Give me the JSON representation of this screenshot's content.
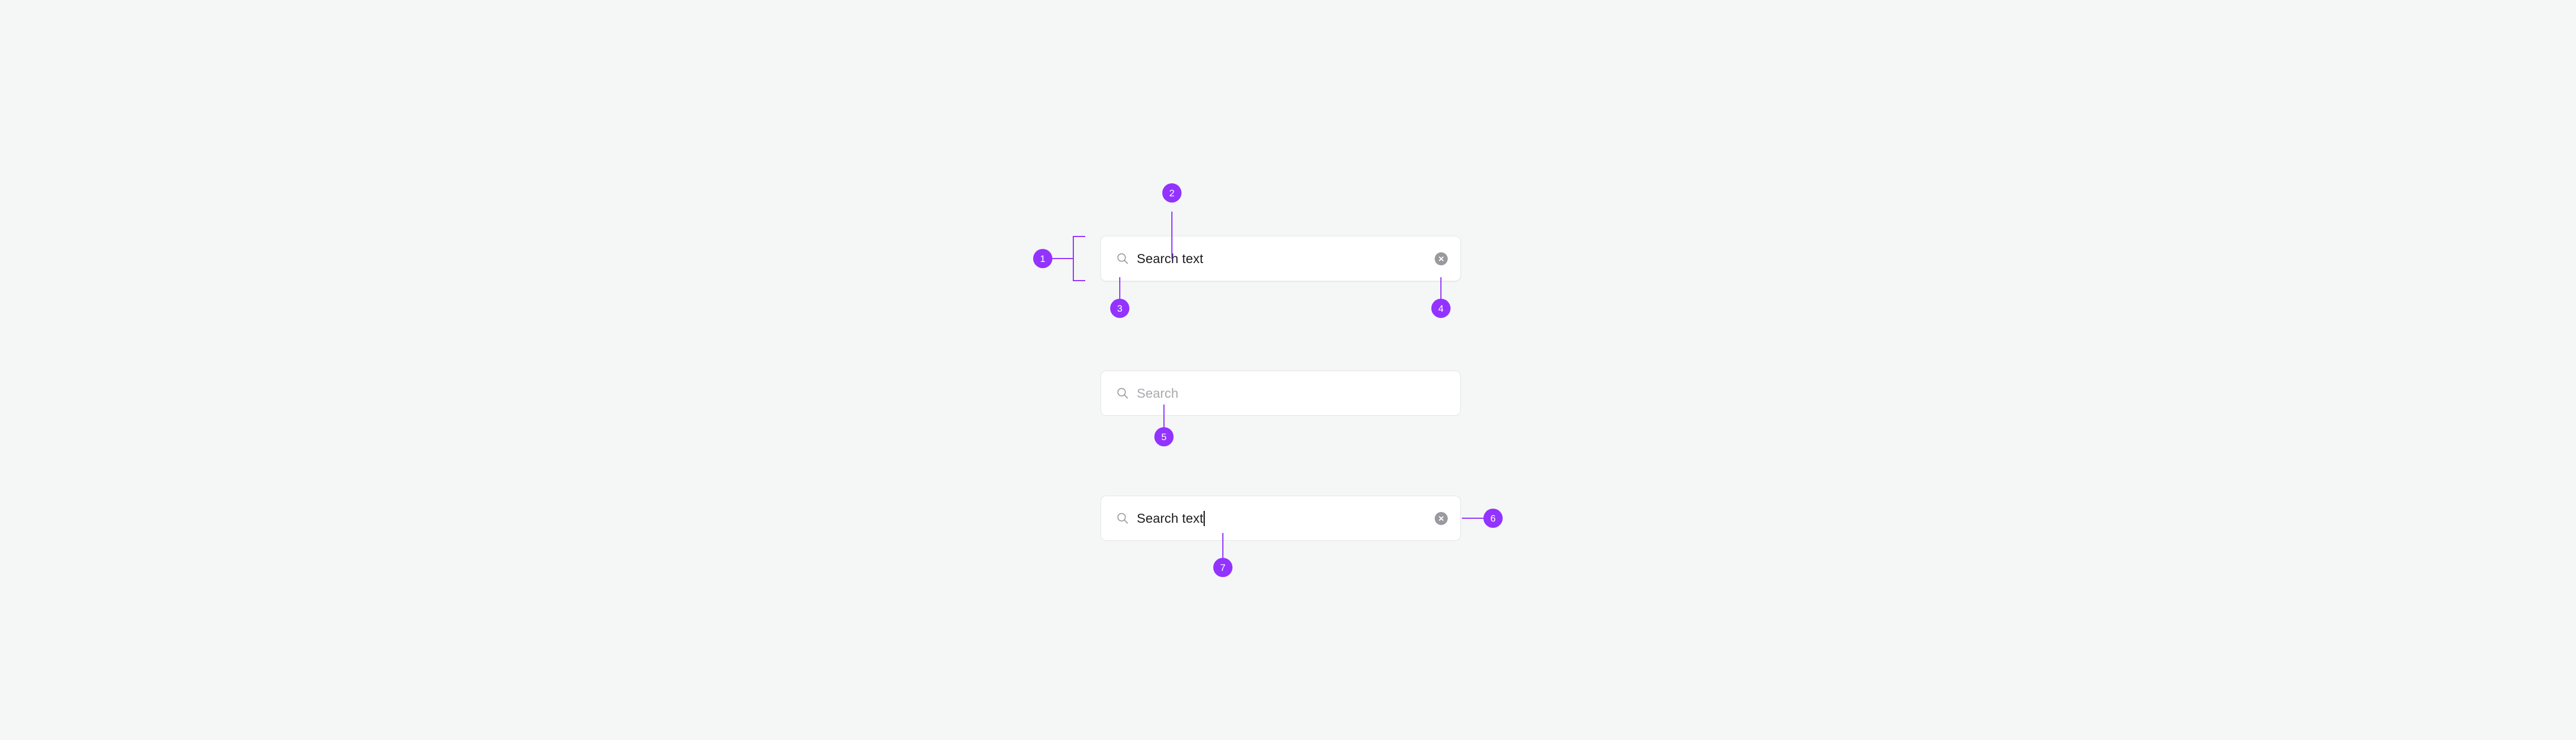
{
  "page": {
    "title": "Search Field Annotation Spec",
    "background_color": "#f5f6f6",
    "accent_color": "#9333ff"
  },
  "icons": {
    "search": "search-icon",
    "clear": "clear-circle-x-icon"
  },
  "fields": {
    "filled": {
      "name": "search-field-filled",
      "value": "Search text",
      "placeholder": "Search",
      "has_clear_button": true,
      "state": "filled"
    },
    "placeholder": {
      "name": "search-field-empty",
      "value": "",
      "placeholder": "Search",
      "has_clear_button": false,
      "state": "empty"
    },
    "focused": {
      "name": "search-field-focused",
      "value": "Search text",
      "placeholder": "Search",
      "has_clear_button": true,
      "has_caret": true,
      "state": "focused"
    }
  },
  "markers": [
    {
      "id": "1",
      "label": "1",
      "target": "search-field-container"
    },
    {
      "id": "2",
      "label": "2",
      "target": "search-value-text"
    },
    {
      "id": "3",
      "label": "3",
      "target": "search-icon"
    },
    {
      "id": "4",
      "label": "4",
      "target": "clear-button"
    },
    {
      "id": "5",
      "label": "5",
      "target": "placeholder-text"
    },
    {
      "id": "6",
      "label": "6",
      "target": "focused-field-edge"
    },
    {
      "id": "7",
      "label": "7",
      "target": "text-caret"
    }
  ]
}
